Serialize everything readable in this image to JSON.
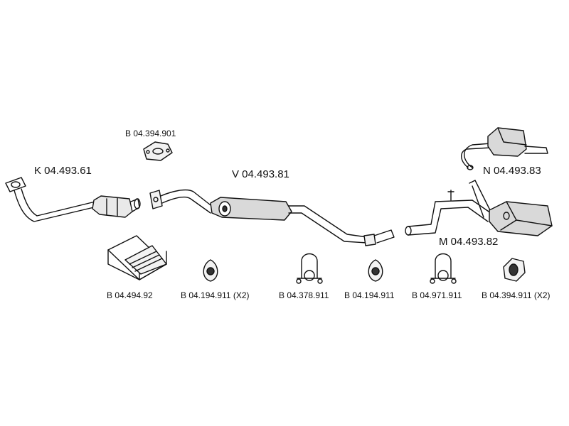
{
  "parts": {
    "k": "K 04.493.61",
    "v": "V 04.493.81",
    "n": "N 04.493.83",
    "m": "M 04.493.82",
    "gasket": "B 04.394.901",
    "b1": "B 04.494.92",
    "b2": "B 04.194.911 (X2)",
    "b3": "B 04.378.911",
    "b4": "B 04.194.911",
    "b5": "B 04.971.911",
    "b6": "B 04.394.911 (X2)"
  }
}
